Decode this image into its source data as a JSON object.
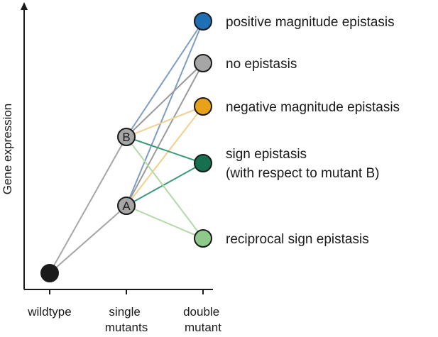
{
  "axes": {
    "ylabel": "Gene expression",
    "xticks": [
      [
        "wildtype"
      ],
      [
        "single",
        "mutants"
      ],
      [
        "double",
        "mutant"
      ]
    ]
  },
  "nodes": {
    "wildtype": {
      "label": "",
      "fill": "#1a1a1a"
    },
    "A": {
      "label": "A",
      "fill": "#a6a6a6"
    },
    "B": {
      "label": "B",
      "fill": "#a6a6a6"
    }
  },
  "outcomes": [
    {
      "id": "pos",
      "lines": [
        "positive magnitude epistasis"
      ],
      "color": "#1f6fb5",
      "edge": "#7f9cc6"
    },
    {
      "id": "none",
      "lines": [
        "no epistasis"
      ],
      "color": "#a6a6a6",
      "edge": "#9a9a9a"
    },
    {
      "id": "neg",
      "lines": [
        "negative magnitude epistasis"
      ],
      "color": "#e8a21a",
      "edge": "#f2cf8e"
    },
    {
      "id": "sign",
      "lines": [
        "sign epistasis",
        "(with respect to mutant B)"
      ],
      "color": "#16704f",
      "edge": "#3a9a78"
    },
    {
      "id": "recip",
      "lines": [
        "reciprocal sign epistasis"
      ],
      "color": "#8ec98a",
      "edge": "#b2d9a6"
    }
  ]
}
